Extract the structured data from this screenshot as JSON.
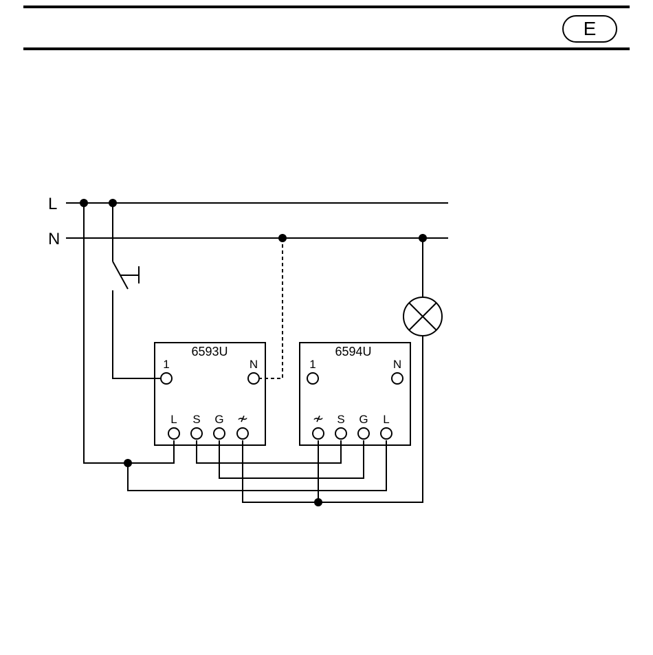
{
  "header": {
    "language_badge": "E"
  },
  "diagram": {
    "lines": {
      "live_label": "L",
      "neutral_label": "N"
    },
    "devices": [
      {
        "model": "6593U",
        "top_terminals": [
          "1",
          "N"
        ],
        "bottom_terminals": [
          "L",
          "S",
          "G",
          "≁"
        ]
      },
      {
        "model": "6594U",
        "top_terminals": [
          "1",
          "N"
        ],
        "bottom_terminals": [
          "≁",
          "S",
          "G",
          "L"
        ]
      }
    ],
    "icons": {
      "switch": "pushbutton-switch-icon",
      "lamp": "lamp-icon",
      "terminal": "terminal-circle-icon",
      "junction": "junction-dot-icon"
    }
  }
}
